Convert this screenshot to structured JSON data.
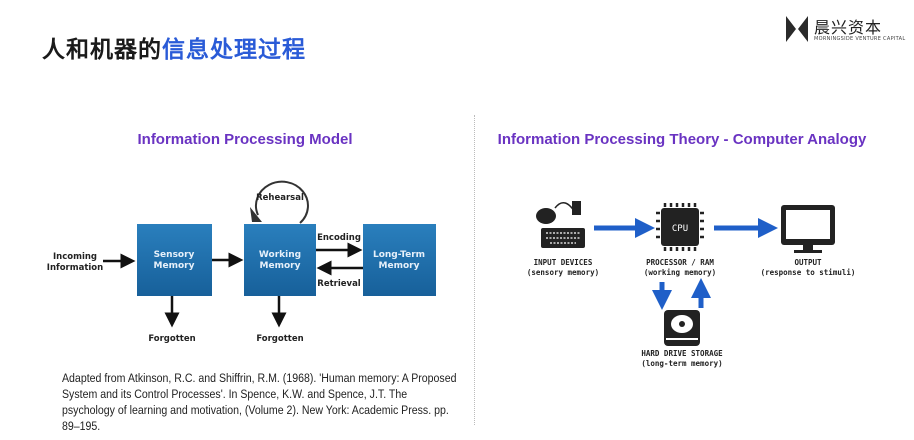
{
  "slide": {
    "title_part1": "人和机器的",
    "title_part2": "信息处理过程",
    "accent_color": "#2a5bd7"
  },
  "logo": {
    "name": "晨兴资本",
    "sub": "MORNINGSIDE VENTURE CAPITAL"
  },
  "left_diagram": {
    "title": "Information Processing Model",
    "incoming_line1": "Incoming",
    "incoming_line2": "Information",
    "sensory_line1": "Sensory",
    "sensory_line2": "Memory",
    "working_line1": "Working",
    "working_line2": "Memory",
    "longterm_line1": "Long-Term",
    "longterm_line2": "Memory",
    "rehearsal": "Rehearsal",
    "encoding": "Encoding",
    "retrieval": "Retrieval",
    "forgotten_1": "Forgotten",
    "forgotten_2": "Forgotten",
    "box_color": "#1f6ea8",
    "citation": "Adapted from Atkinson, R.C. and Shiffrin, R.M. (1968). 'Human memory: A Proposed System and its Control Processes'. In Spence, K.W. and Spence, J.T. The psychology of learning and motivation, (Volume 2). New York: Academic Press. pp. 89–195."
  },
  "right_diagram": {
    "title": "Information Processing Theory - Computer Analogy",
    "input_line1": "INPUT DEVICES",
    "input_line2": "(sensory memory)",
    "cpu_chip": "CPU",
    "processor_line1": "PROCESSOR / RAM",
    "processor_line2": "(working memory)",
    "output_line1": "OUTPUT",
    "output_line2": "(response to stimuli)",
    "storage_line1": "HARD DRIVE STORAGE",
    "storage_line2": "(long-term memory)",
    "arrow_color": "#1f5fc8"
  }
}
